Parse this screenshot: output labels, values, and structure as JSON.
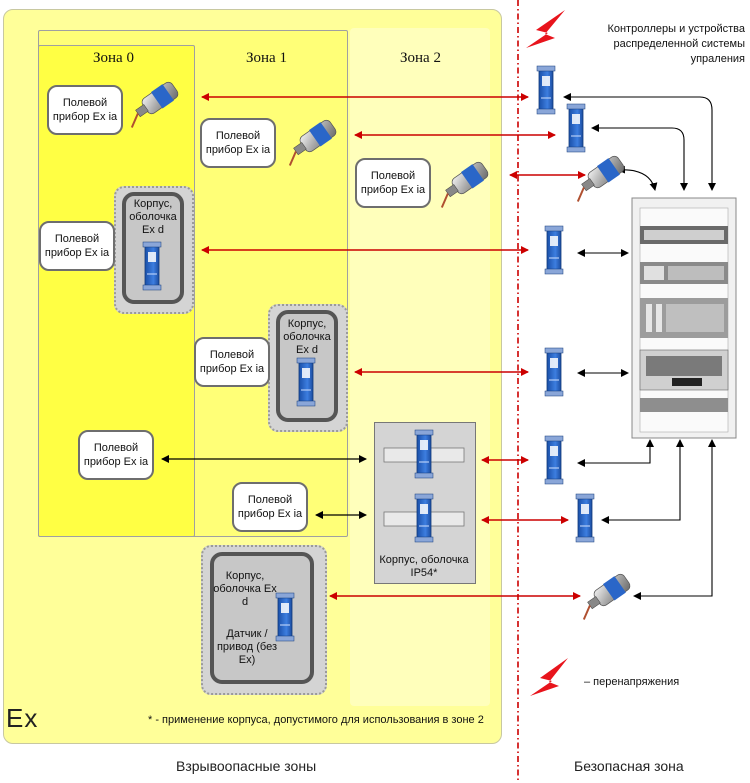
{
  "zones": {
    "zone0": "Зона 0",
    "zone1": "Зона 1",
    "zone2": "Зона 2"
  },
  "field_device_label": "Полевой прибор Ex ia",
  "enclosure_exd_label": "Корпус, оболочка Ex d",
  "enclosure_ip54_label": "Корпус, оболочка IP54*",
  "sensor_label": "Датчик / привод (без Ex)",
  "ex_mark": "Ex",
  "footnote": "* - применение корпуса, допустимого для использования в зоне 2",
  "controllers_label": "Контроллеры и устройства распределенной системы упраления",
  "overvoltage_label": "– перенапряжения",
  "bottom": {
    "hazardous": "Взрывоопасные зоны",
    "safe": "Безопасная зона"
  },
  "colors": {
    "hazard_zone": "#ffff99",
    "zone0": "#ffff44",
    "arrow_red": "#cc0000",
    "arrow_black": "#000000",
    "barrier_blue": "#2a66c8",
    "lightning": "#e8141c"
  }
}
